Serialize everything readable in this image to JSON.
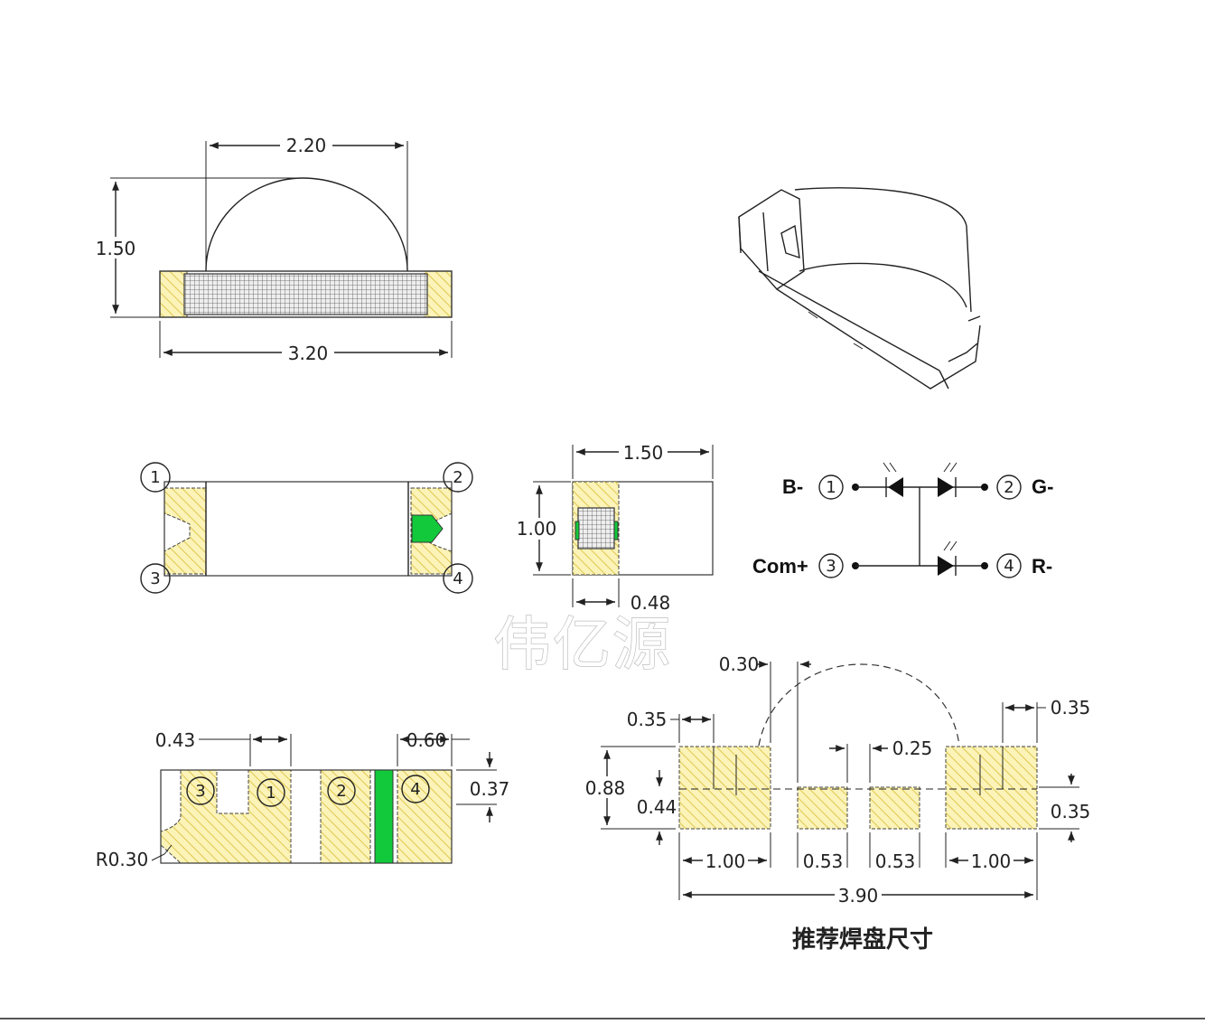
{
  "top_view": {
    "width_dim": "2.20",
    "height_dim": "1.50",
    "length_dim": "3.20"
  },
  "bottom_view": {
    "pins": [
      "1",
      "2",
      "3",
      "4"
    ]
  },
  "side_view": {
    "width_dim": "1.50",
    "height_dim": "1.00",
    "pad_dim": "0.48"
  },
  "circuit": {
    "labels": {
      "b": "B-",
      "g": "G-",
      "com": "Com+",
      "r": "R-"
    },
    "pins": [
      "1",
      "2",
      "3",
      "4"
    ]
  },
  "watermark": "伟亿源",
  "pad_view": {
    "dims": {
      "a": "0.43",
      "b": "0.60",
      "c": "0.37",
      "radius": "R0.30"
    },
    "pins": [
      "3",
      "1",
      "2",
      "4"
    ]
  },
  "land_pattern": {
    "dims": {
      "top": "0.30",
      "left_top": "0.35",
      "right_top": "0.35",
      "gap": "0.25",
      "height": "0.88",
      "half_height": "0.44",
      "small_height": "0.35",
      "outer_pad": "1.00",
      "inner_pad": "0.53",
      "inner_pad_2": "0.53",
      "outer_pad_2": "1.00",
      "total": "3.90"
    },
    "caption": "推荐焊盘尺寸"
  },
  "colors": {
    "pad_fill": "#f9f1b0",
    "hatch": "#e3cf5a",
    "led_green": "#12c93b"
  }
}
